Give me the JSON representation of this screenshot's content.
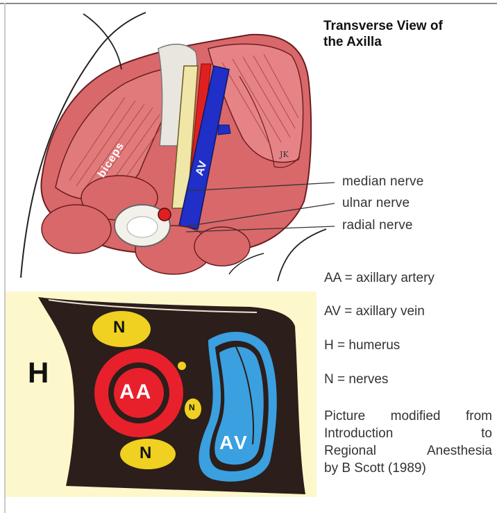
{
  "title_line1": "Transverse View of",
  "title_line2": "the Axilla",
  "illustration_labels": {
    "biceps": "biceps",
    "av": "AV",
    "signature": "JK"
  },
  "nerve_labels": {
    "median": "median nerve",
    "ulnar": "ulnar nerve",
    "radial": "radial nerve"
  },
  "legend": {
    "aa": "AA = axillary artery",
    "av": "AV = axillary vein",
    "h": "H = humerus",
    "n": "N = nerves"
  },
  "credit": {
    "line1": "Picture modified from",
    "line2": "Introduction to",
    "line3": "Regional Anesthesia",
    "line4": "by B Scott (1989)"
  },
  "diagram_labels": {
    "h": "H",
    "aa": "AA",
    "av": "AV",
    "n_top": "N",
    "n_mid": "N",
    "n_bottom": "N"
  },
  "colors": {
    "muscle": "#d9686a",
    "muscle_dark": "#a8393c",
    "vein": "#1f2fc7",
    "artery": "#e02020",
    "nerve": "#efe6a8",
    "diagram_bg": "#fdf8cc",
    "diagram_body": "#2c1e1a",
    "diagram_red": "#e8202c",
    "diagram_blue": "#3aa0e0",
    "diagram_yellow": "#f0d020"
  }
}
